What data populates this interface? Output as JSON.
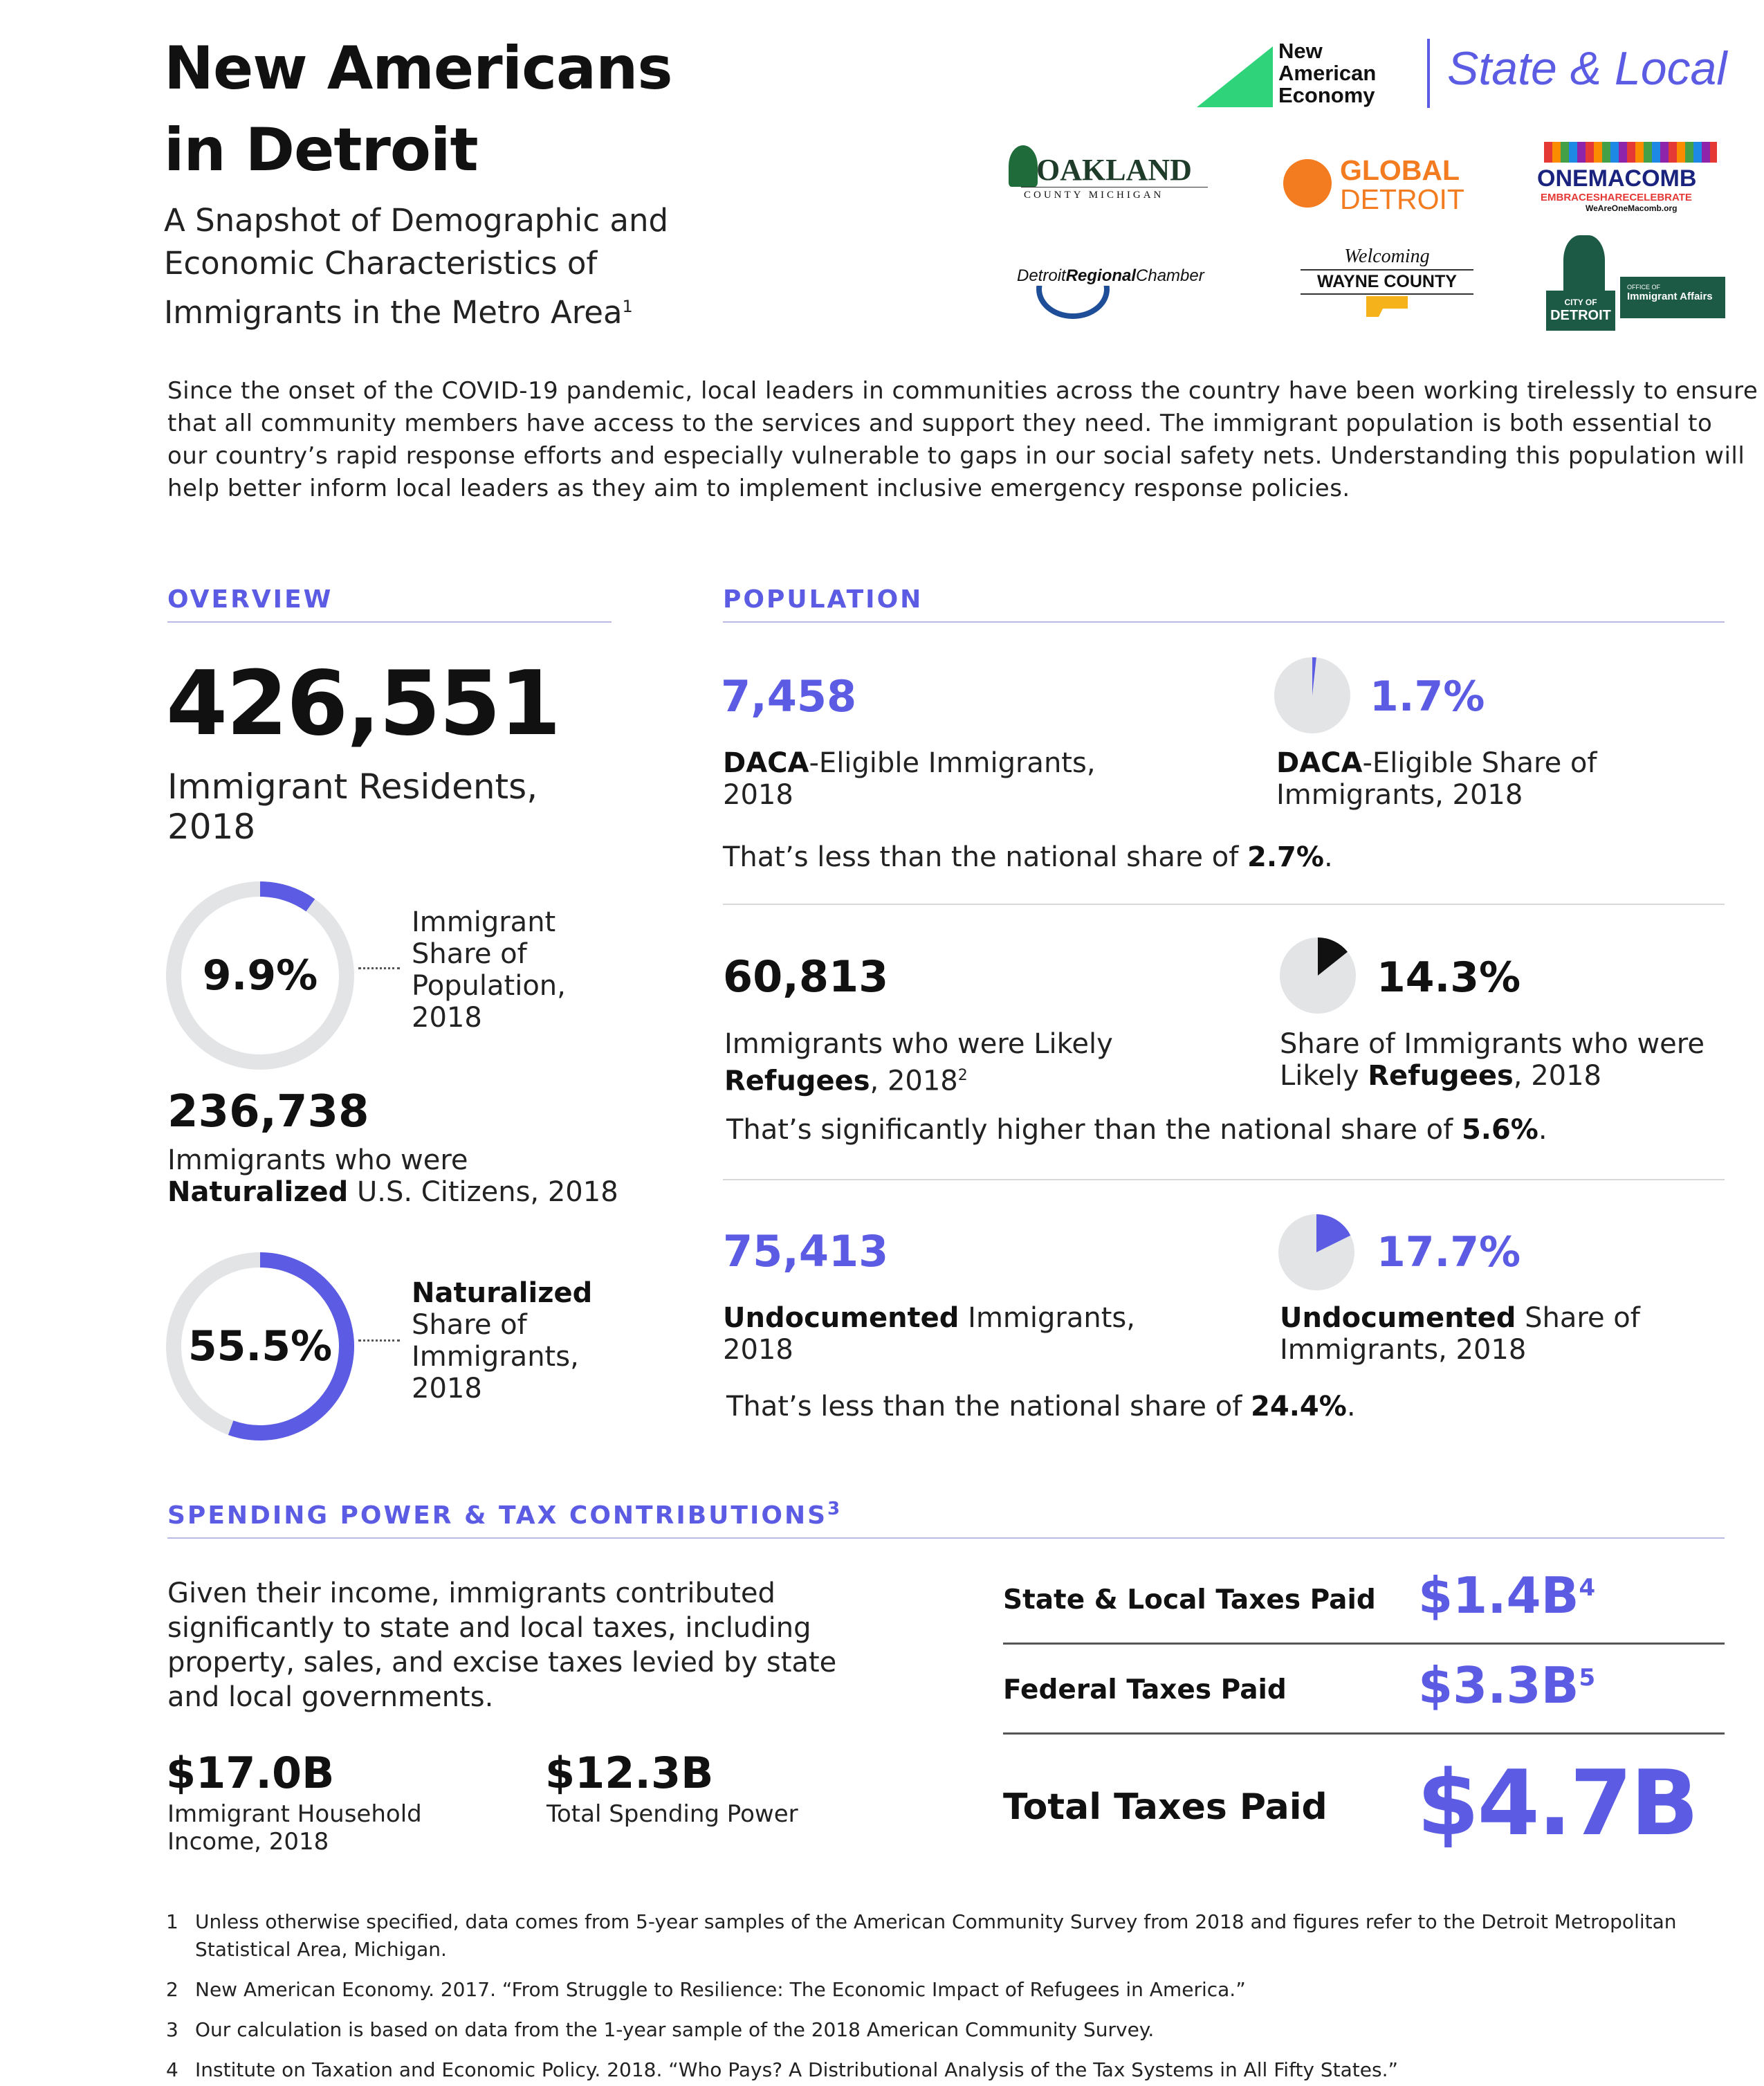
{
  "header": {
    "title_line1": "New Americans",
    "title_line2": "in Detroit",
    "subtitle_line1": "A Snapshot of Demographic and",
    "subtitle_line2": "Economic Characteristics of",
    "subtitle_line3": "Immigrants in the Metro Area",
    "subtitle_sup": "1"
  },
  "logos": {
    "nae_line1": "New",
    "nae_line2": "American",
    "nae_line3": "Economy",
    "state_local": "State & Local",
    "oakland": "OAKLAND",
    "oakland_sub": "COUNTY MICHIGAN",
    "global1": "GLOBAL",
    "global2": "DETROIT",
    "macomb": "ONEMACOMB",
    "macomb_tag": "EMBRACESHARECELEBRATE",
    "macomb_url": "WeAreOneMacomb.org",
    "chamber_a": "Detroit",
    "chamber_b": "Regional",
    "chamber_c": "Chamber",
    "wayne1": "Welcoming",
    "wayne2": "WAYNE COUNTY",
    "detroit_city1": "CITY OF",
    "detroit_city2": "DETROIT",
    "detroit_office1": "OFFICE OF",
    "detroit_office2": "Immigrant Affairs"
  },
  "intro": "Since the onset of the COVID-19 pandemic, local leaders in communities across the country have been working tirelessly to ensure that all community members have access to the services and support they need. The immigrant population is both essential to our country’s rapid response efforts and especially vulnerable to gaps in our social safety nets. Understanding this population will help better inform local leaders as they aim to implement inclusive emergency response policies.",
  "overview": {
    "heading": "OVERVIEW",
    "residents_value": "426,551",
    "residents_label1": "Immigrant Residents,",
    "residents_label2": "2018",
    "share_value": "9.9%",
    "share_fraction": 0.099,
    "share_label": [
      "Immigrant",
      "Share of",
      "Population,",
      "2018"
    ],
    "naturalized_value": "236,738",
    "naturalized_label1": "Immigrants who were",
    "naturalized_label2_bold": "Naturalized",
    "naturalized_label2_rest": " U.S. Citizens, 2018",
    "nat_share_value": "55.5%",
    "nat_share_fraction": 0.555,
    "nat_share_label_bold": "Naturalized",
    "nat_share_label": [
      "Share of",
      "Immigrants,",
      "2018"
    ]
  },
  "population": {
    "heading": "POPULATION",
    "daca_value": "7,458",
    "daca_label_bold": "DACA",
    "daca_label_rest": "-Eligible Immigrants,",
    "daca_label2": "2018",
    "daca_share": "1.7%",
    "daca_fraction": 0.017,
    "daca_share_bold": "DACA",
    "daca_share_rest": "-Eligible Share of",
    "daca_share_2": "Immigrants, 2018",
    "daca_note_pre": "That’s less than the national share of ",
    "daca_note_val": "2.7%",
    "daca_note_post": ".",
    "ref_value": "60,813",
    "ref_label1": "Immigrants who were Likely",
    "ref_label2_bold": "Refugees",
    "ref_label2_rest": ", 2018",
    "ref_sup": "2",
    "ref_share": "14.3%",
    "ref_fraction": 0.143,
    "ref_share_1": "Share of Immigrants who were",
    "ref_share_2a": "Likely ",
    "ref_share_2b": "Refugees",
    "ref_share_2c": ", 2018",
    "ref_note_pre": "That’s significantly higher than the national share of ",
    "ref_note_val": "5.6%",
    "ref_note_post": ".",
    "und_value": "75,413",
    "und_label_bold": "Undocumented",
    "und_label_rest": " Immigrants,",
    "und_label2": "2018",
    "und_share": "17.7%",
    "und_fraction": 0.177,
    "und_share_bold": "Undocumented",
    "und_share_rest": " Share of",
    "und_share_2": "Immigrants, 2018",
    "und_note_pre": "That’s less than the national share of ",
    "und_note_val": "24.4%",
    "und_note_post": "."
  },
  "spending": {
    "heading": "SPENDING POWER & TAX CONTRIBUTIONS",
    "heading_sup": "3",
    "text": "Given their income, immigrants contributed significantly to state and local taxes, including property, sales, and excise taxes levied by state and local governments.",
    "income_value": "$17.0B",
    "income_label1": "Immigrant Household",
    "income_label2": "Income, 2018",
    "spend_value": "$12.3B",
    "spend_label": "Total Spending Power",
    "state_label": "State & Local Taxes Paid",
    "state_value": "$1.4B",
    "state_sup": "4",
    "federal_label": "Federal Taxes Paid",
    "federal_value": "$3.3B",
    "federal_sup": "5",
    "total_label": "Total Taxes Paid",
    "total_value": "$4.7B"
  },
  "footnotes": [
    {
      "num": "1",
      "text": "Unless otherwise specified, data comes from 5-year samples of the American Community Survey from 2018 and figures refer to the Detroit Metropolitan",
      "text2": "Statistical Area, Michigan."
    },
    {
      "num": "2",
      "text": "New American Economy. 2017. “From Struggle to Resilience: The Economic Impact of Refugees in America.”"
    },
    {
      "num": "3",
      "text": "Our calculation is based on data from the 1-year sample of the 2018 American Community Survey."
    },
    {
      "num": "4",
      "text": "Institute on Taxation and Economic Policy. 2018. “Who Pays? A Distributional Analysis of the Tax Systems in All Fifty States.”"
    }
  ],
  "colors": {
    "accent": "#5b5be3",
    "green": "#2fd47a",
    "ring_bg": "#e2e4e6",
    "black": "#111111"
  }
}
